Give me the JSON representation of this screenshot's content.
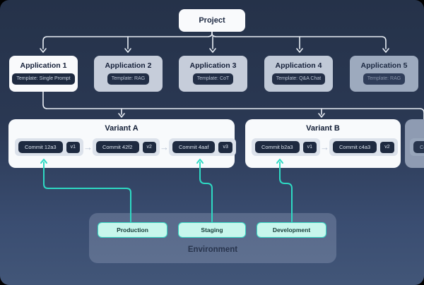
{
  "project": {
    "label": "Project"
  },
  "applications": [
    {
      "label": "Application 1",
      "template": "Template: Single Prompt"
    },
    {
      "label": "Application 2",
      "template": "Template: RAG"
    },
    {
      "label": "Application 3",
      "template": "Template: CoT"
    },
    {
      "label": "Application 4",
      "template": "Template: Q&A Chat"
    },
    {
      "label": "Application 5",
      "template": "Template: RAG"
    }
  ],
  "variants": [
    {
      "label": "Variant A",
      "commits": [
        {
          "hash": "Commit 12a3",
          "version": "v1"
        },
        {
          "hash": "Commit 42f2",
          "version": "v2"
        },
        {
          "hash": "Commit 4aaf",
          "version": "v3"
        }
      ]
    },
    {
      "label": "Variant B",
      "commits": [
        {
          "hash": "Commit b2a3",
          "version": "v1"
        },
        {
          "hash": "Commit c4a3",
          "version": "v2"
        }
      ]
    },
    {
      "label": "",
      "commits": [
        {
          "hash": "Com",
          "version": ""
        }
      ]
    }
  ],
  "flow_arrow_glyph": "→",
  "environment": {
    "label": "Environment",
    "buttons": [
      {
        "label": "Production"
      },
      {
        "label": "Staging"
      },
      {
        "label": "Development"
      }
    ]
  },
  "colors": {
    "accent_teal": "#2ed9c3",
    "connector_white": "#e8edf4",
    "node_dark": "#1e2a40",
    "bg_top": "#253249",
    "bg_bottom": "#425678"
  }
}
